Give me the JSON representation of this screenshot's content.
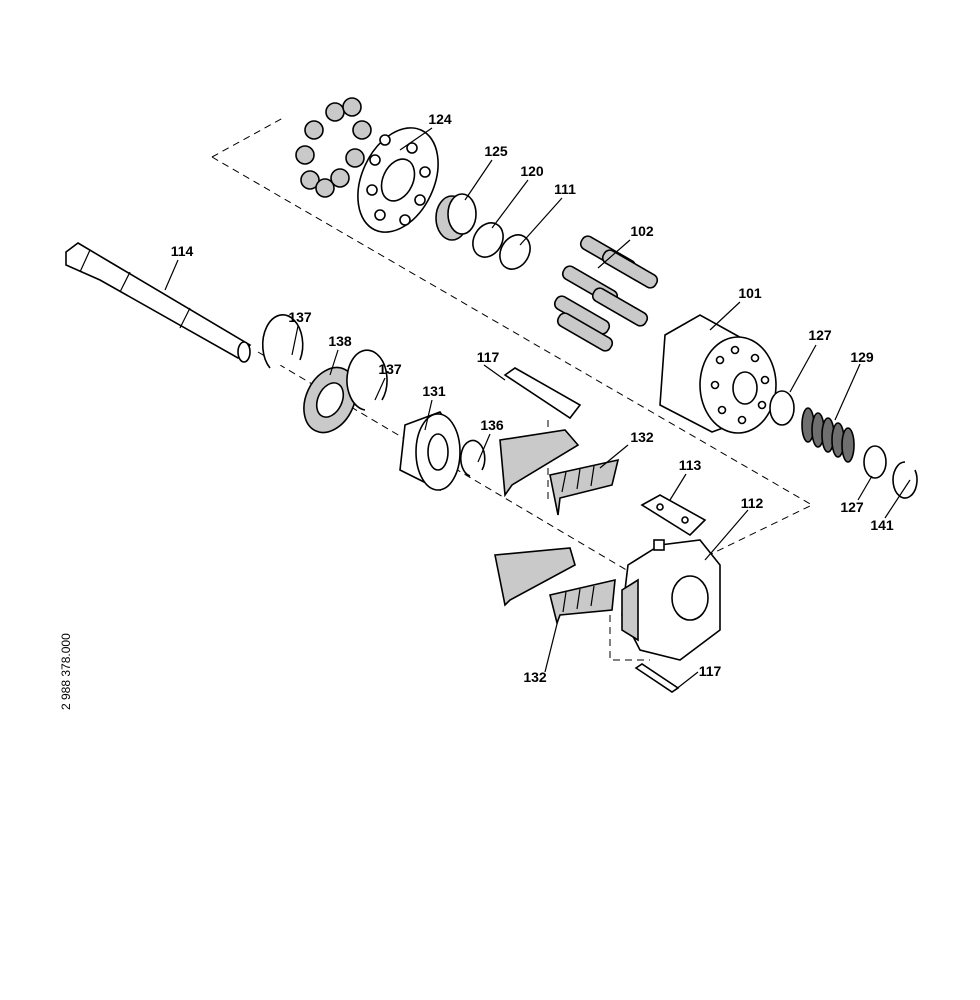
{
  "drawing_number": "2 988 378.000",
  "labels": {
    "l124": "124",
    "l125": "125",
    "l120": "120",
    "l111": "111",
    "l102": "102",
    "l114": "114",
    "l101": "101",
    "l137a": "137",
    "l138": "138",
    "l137b": "137",
    "l117a": "117",
    "l131": "131",
    "l136": "136",
    "l132a": "132",
    "l127a": "127",
    "l129": "129",
    "l113": "113",
    "l112": "112",
    "l127b": "127",
    "l141": "141",
    "l132b": "132",
    "l117b": "117"
  }
}
